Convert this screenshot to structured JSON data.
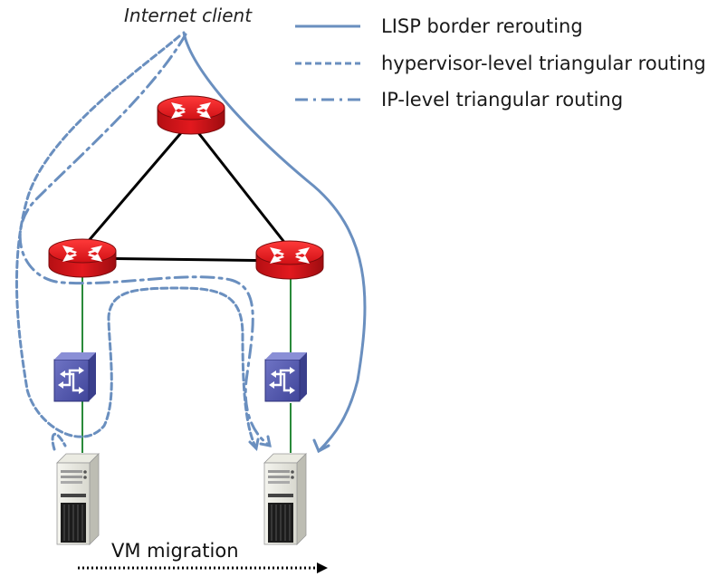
{
  "client_label": "Internet client",
  "legend": [
    {
      "label": "LISP border rerouting",
      "style": "solid"
    },
    {
      "label": "hypervisor-level triangular routing",
      "style": "dashed"
    },
    {
      "label": "IP-level triangular routing",
      "style": "dashdot"
    }
  ],
  "migration_label": "VM migration",
  "colors": {
    "path_line": "#6a8fbf",
    "router_fill": "#e3161b",
    "router_dark": "#a80f12",
    "switch_fill": "#5a5fb0",
    "link_black": "#000000",
    "link_green": "#2a8a3a"
  },
  "icons": [
    "router-icon",
    "switch-icon",
    "server-icon"
  ]
}
